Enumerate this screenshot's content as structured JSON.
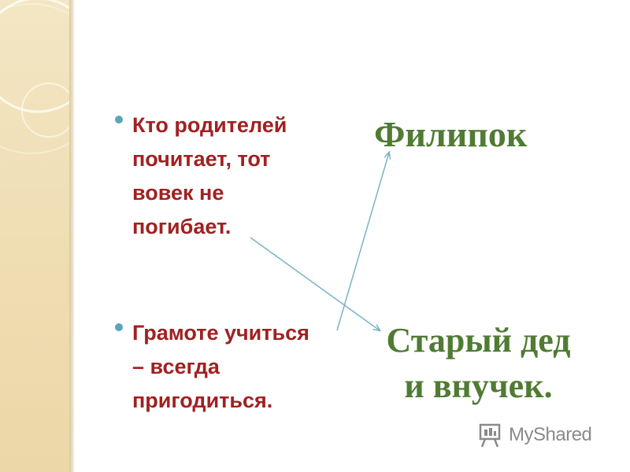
{
  "proverbs": [
    "Кто родителей\nпочитает, тот\nвовек не\nпогибает.",
    "Грамоте учиться\n– всегда\nпригодиться."
  ],
  "stories": [
    "Филипок",
    "Старый дед\nи внучек."
  ],
  "watermark": {
    "text": "MyShared",
    "icon": "presentation-board-icon"
  },
  "colors": {
    "proverb_text": "#a02121",
    "story_text": "#4f7b33",
    "bullet": "#5ba5b8",
    "arrow": "#7ab3c6",
    "side_panel": "#efdcb0"
  }
}
